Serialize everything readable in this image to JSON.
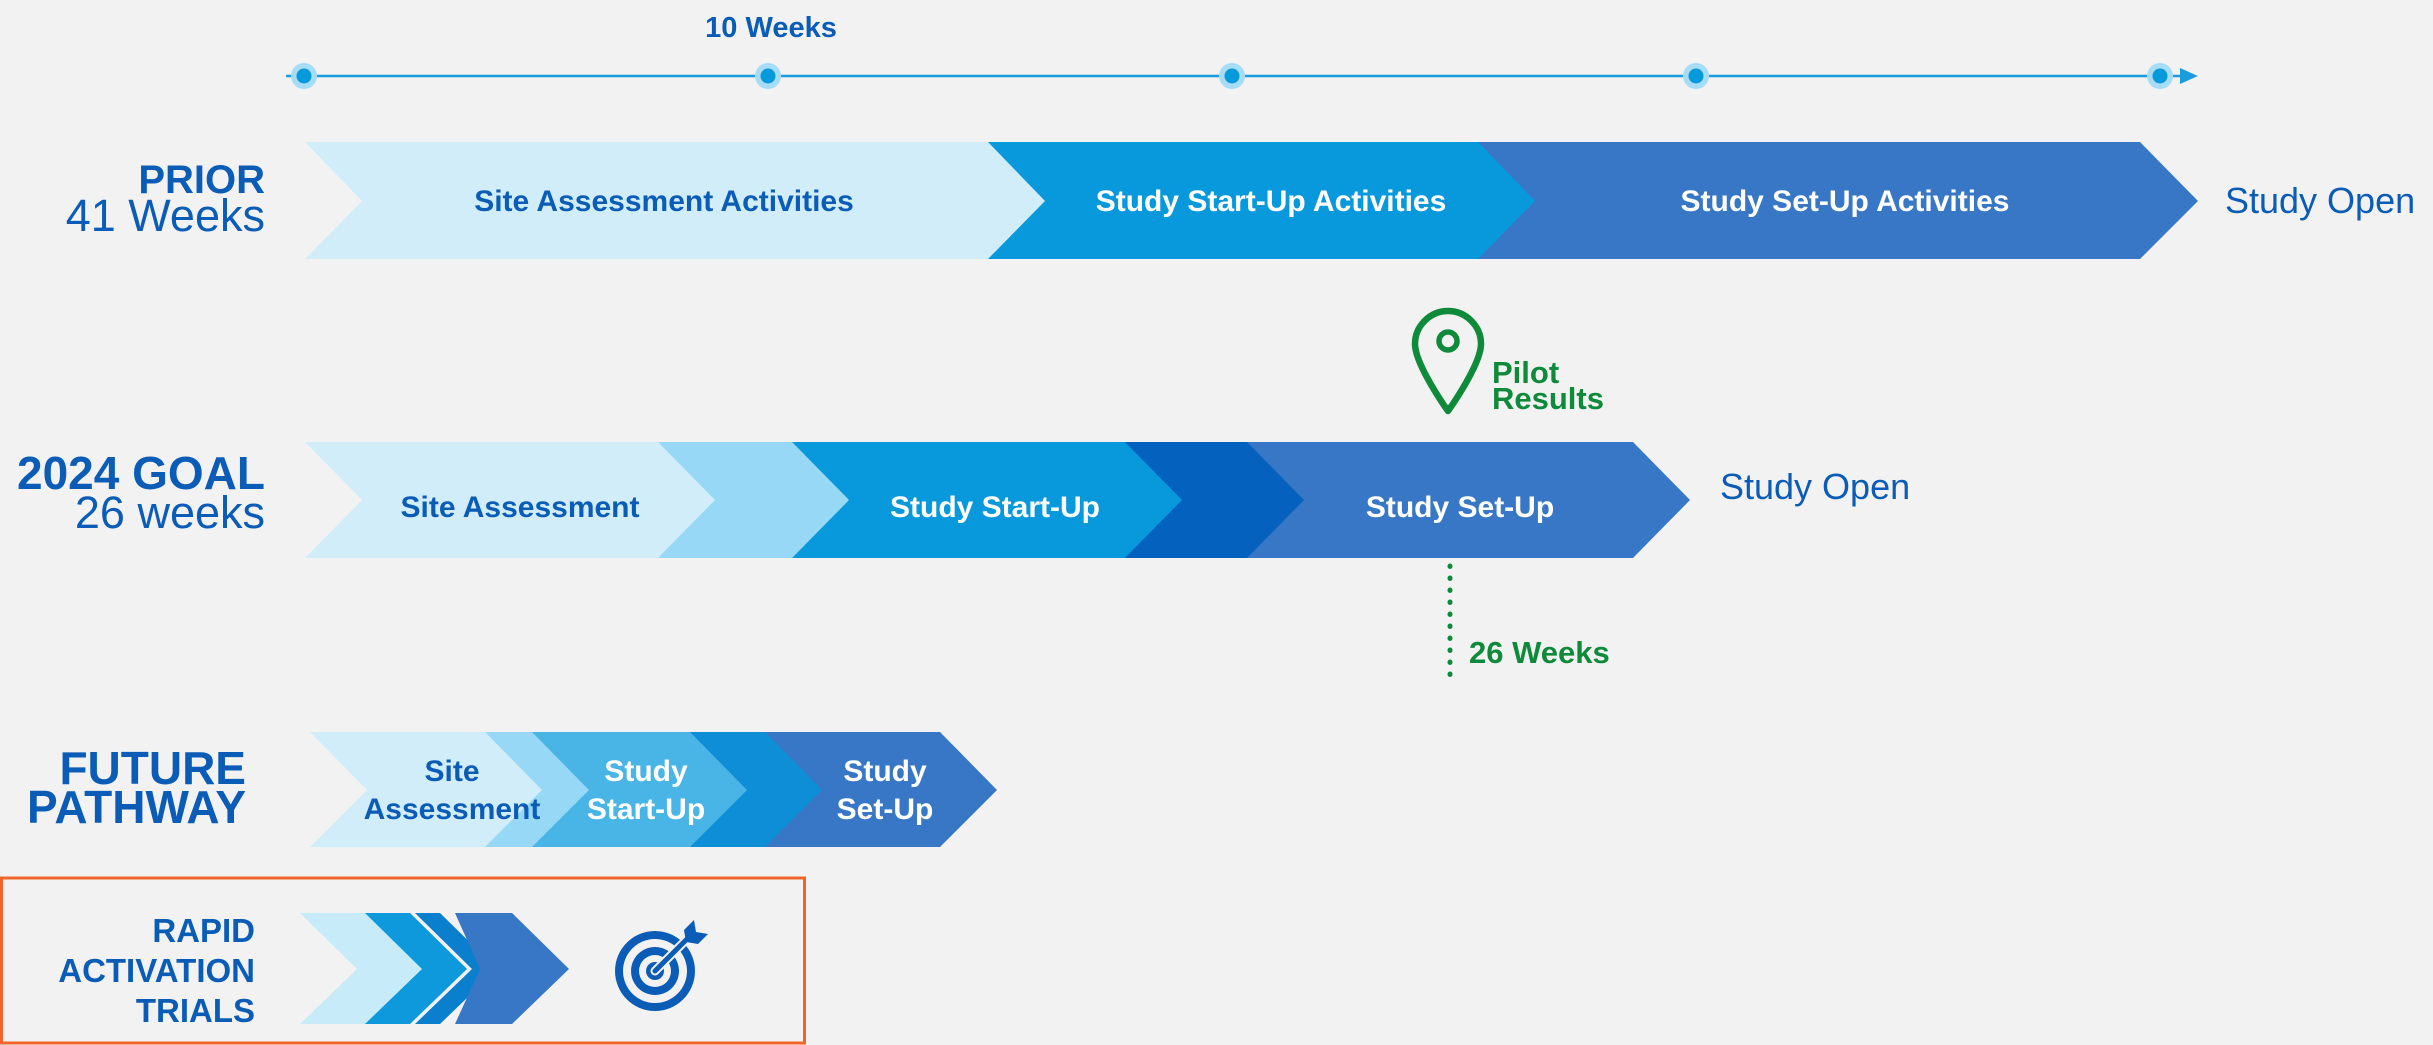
{
  "colors": {
    "title_blue": "#0b5cb6",
    "pilot_green": "#0e8a3a",
    "rapid_border": "#f0662a",
    "chev_lightest": "#d1edf9",
    "chev_light": "#96d8f6",
    "chev_mid": "#0899dc",
    "chev_dark": "#0462be",
    "chev_slate": "#3777c5"
  },
  "timeline": {
    "label": "10 Weeks"
  },
  "rows": {
    "prior": {
      "title": "PRIOR",
      "subtitle": "41 Weeks",
      "segments": [
        "Site Assessment Activities",
        "Study Start-Up Activities",
        "Study Set-Up Activities"
      ],
      "end_label": "Study Open"
    },
    "goal": {
      "title": "2024 GOAL",
      "subtitle": "26 weeks",
      "segments": [
        "Site Assessment",
        "Study Start-Up",
        "Study Set-Up"
      ],
      "end_label": "Study Open"
    },
    "future": {
      "title_line1": "FUTURE",
      "title_line2": "PATHWAY",
      "seg1_line1": "Site",
      "seg1_line2": "Assessment",
      "seg2_line1": "Study",
      "seg2_line2": "Start-Up",
      "seg3_line1": "Study",
      "seg3_line2": "Set-Up"
    },
    "rapid": {
      "line1": "RAPID",
      "line2": "ACTIVATION",
      "line3": "TRIALS",
      "icon": "target-icon"
    }
  },
  "pilot": {
    "line1": "Pilot",
    "line2": "Results",
    "marker_label": "26 Weeks",
    "icon": "map-pin-icon"
  }
}
